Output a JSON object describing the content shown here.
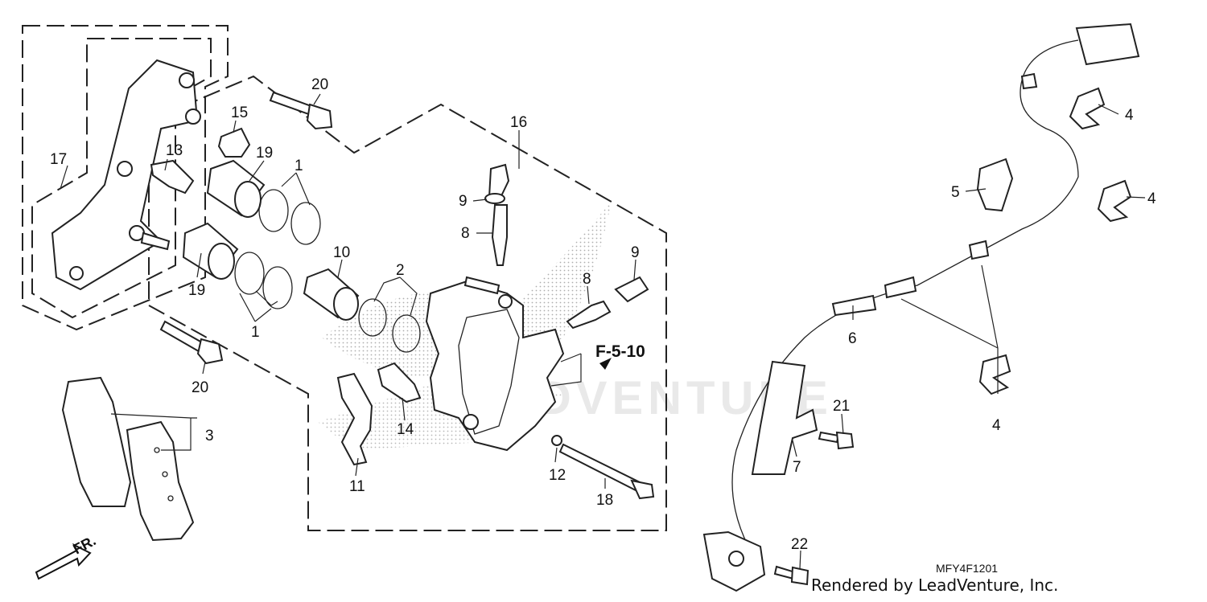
{
  "callouts": {
    "c1a": "1",
    "c1b": "1",
    "c2": "2",
    "c3": "3",
    "c4a": "4",
    "c4b": "4",
    "c4c": "4",
    "c5": "5",
    "c6": "6",
    "c7": "7",
    "c8a": "8",
    "c8b": "8",
    "c9a": "9",
    "c9b": "9",
    "c10": "10",
    "c11": "11",
    "c12": "12",
    "c13": "13",
    "c14": "14",
    "c15": "15",
    "c16": "16",
    "c17": "17",
    "c18": "18",
    "c19a": "19",
    "c19b": "19",
    "c20a": "20",
    "c20b": "20",
    "c21": "21",
    "c22": "22"
  },
  "reference_label": "F-5-10",
  "direction_label": "FR.",
  "diagram_code": "MFY4F1201",
  "credit": "Rendered by LeadVenture, Inc.",
  "watermark_text": "ADVENTURE"
}
